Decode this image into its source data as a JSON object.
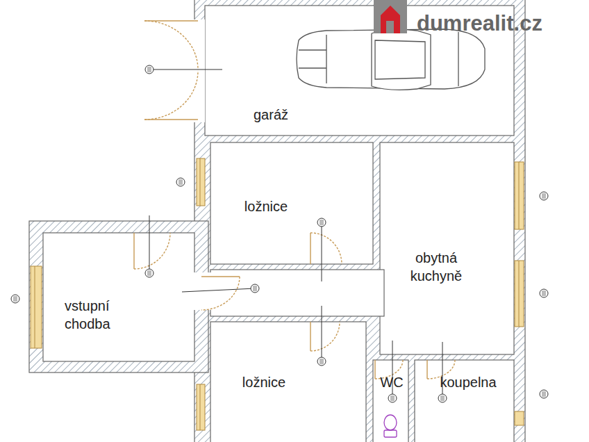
{
  "diagram": {
    "nodes": [
      {
        "text": [
          "garáž"
        ]
      },
      {
        "text": [
          "ložnice"
        ]
      },
      {
        "text": [
          "obytná kuchyně"
        ]
      },
      {
        "text": [
          "vstupní chodba"
        ]
      },
      {
        "text": [
          "ložnice"
        ]
      },
      {
        "text": [
          "WC"
        ]
      },
      {
        "text": [
          "koupelna"
        ]
      }
    ],
    "labels": [
      "dumrealit.cz"
    ]
  }
}
